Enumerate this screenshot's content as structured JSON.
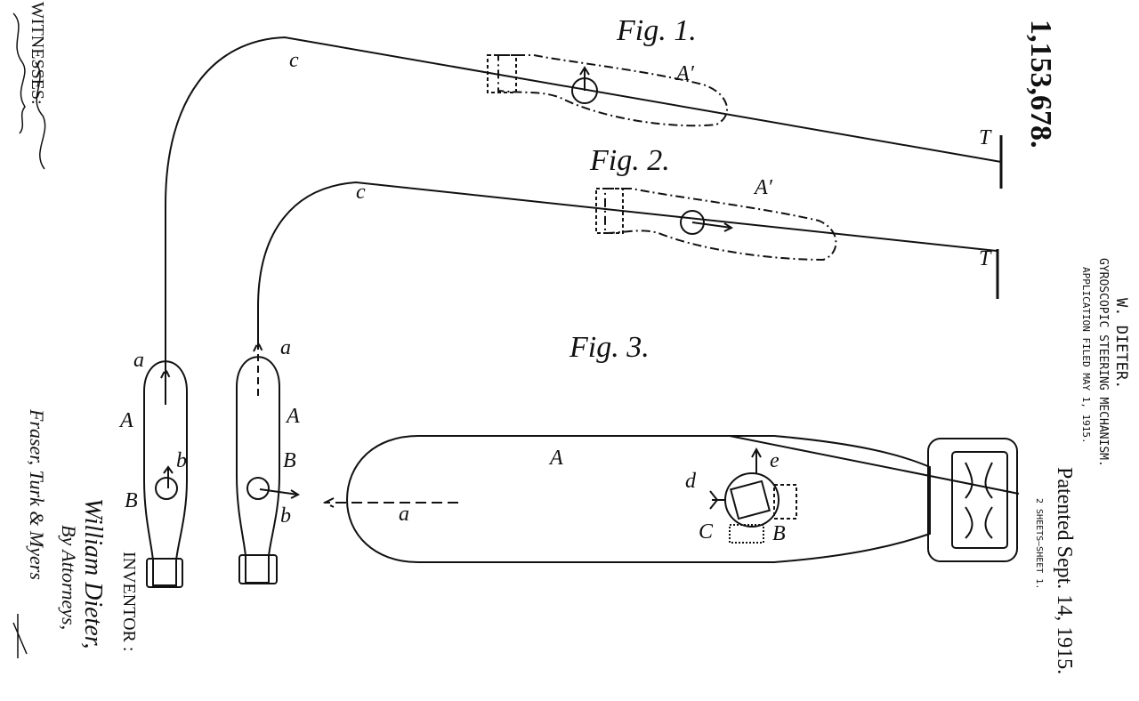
{
  "header": {
    "patent_number": "1,153,678.",
    "inventor_name": "W. DIETER.",
    "title": "GYROSCOPIC STEERING MECHANISM.",
    "application": "APPLICATION FILED MAY 1, 1915.",
    "patented": "Patented Sept. 14, 1915.",
    "sheets": "2 SHEETS—SHEET 1."
  },
  "left_margin": {
    "witnesses": "WITNESSES:",
    "inventor_label": "INVENTOR :",
    "inventor_signature": "William Dieter,",
    "by_attorneys": "By Attorneys,",
    "attorneys_signature": "Fraser, Turk & Myers"
  },
  "figures": {
    "fig1": {
      "title": "Fig. 1.",
      "labels": {
        "c": "c",
        "a_prime": "A′",
        "t": "T",
        "a": "a",
        "A": "A",
        "b": "b",
        "B": "B"
      }
    },
    "fig2": {
      "title": "Fig. 2.",
      "labels": {
        "c": "c",
        "a_prime": "A′",
        "t": "T",
        "a": "a",
        "A": "A",
        "b": "b",
        "B": "B"
      }
    },
    "fig3": {
      "title": "Fig. 3.",
      "labels": {
        "A": "A",
        "a": "a",
        "d": "d",
        "e": "e",
        "C": "C",
        "B": "B"
      }
    }
  }
}
